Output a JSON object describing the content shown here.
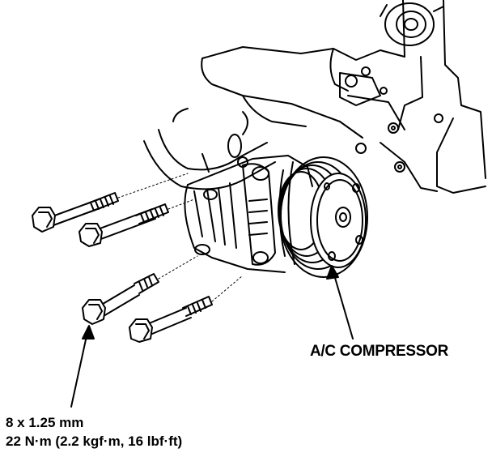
{
  "labels": {
    "compressor": "A/C COMPRESSOR",
    "bolt_size": "8 x 1.25 mm",
    "bolt_torque": "22 N·m (2.2 kgf·m, 16 lbf·ft)"
  }
}
